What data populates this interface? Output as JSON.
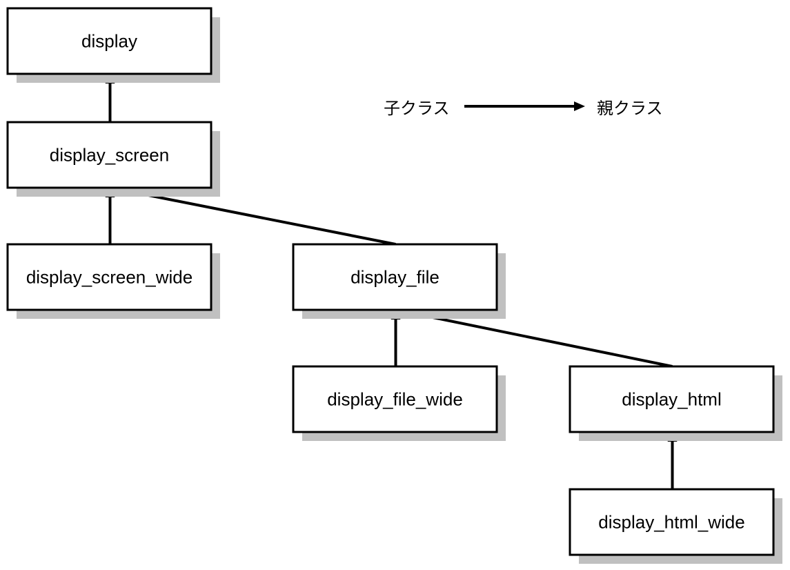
{
  "nodes": [
    {
      "id": "display",
      "label": "display"
    },
    {
      "id": "display_screen",
      "label": "display_screen"
    },
    {
      "id": "display_screen_wide",
      "label": "display_screen_wide"
    },
    {
      "id": "display_file",
      "label": "display_file"
    },
    {
      "id": "display_file_wide",
      "label": "display_file_wide"
    },
    {
      "id": "display_html",
      "label": "display_html"
    },
    {
      "id": "display_html_wide",
      "label": "display_html_wide"
    }
  ],
  "edges": [
    {
      "from": "display_screen",
      "to": "display"
    },
    {
      "from": "display_screen_wide",
      "to": "display_screen"
    },
    {
      "from": "display_file",
      "to": "display_screen"
    },
    {
      "from": "display_file_wide",
      "to": "display_file"
    },
    {
      "from": "display_html",
      "to": "display_file"
    },
    {
      "from": "display_html_wide",
      "to": "display_html"
    }
  ],
  "legend": {
    "child_label": "子クラス",
    "parent_label": "親クラス"
  },
  "colors": {
    "box_fill": "#ffffff",
    "box_border": "#000000",
    "shadow": "#c0c0c0",
    "arrow": "#000000"
  }
}
